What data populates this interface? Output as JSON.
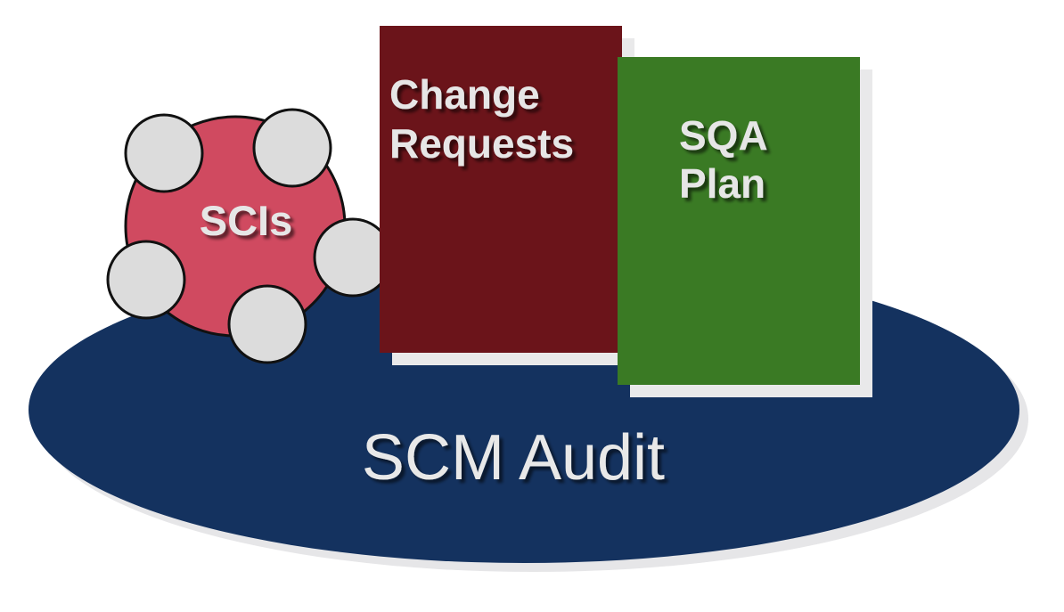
{
  "diagram": {
    "base": {
      "label": "SCM Audit",
      "color": "#14325f",
      "text_color": "#e8e8e8"
    },
    "scis": {
      "label": "SCIs",
      "color": "#d04a60",
      "satellite_color": "#dcdcdc",
      "satellite_count": 5
    },
    "change_requests": {
      "line1": "Change",
      "line2": "Requests",
      "color": "#6b141a"
    },
    "sqa_plan": {
      "line1": "SQA",
      "line2": "Plan",
      "color": "#3a7a24"
    },
    "shadow_color": "#e9e9ea",
    "label_color": "#e6e6e6"
  }
}
